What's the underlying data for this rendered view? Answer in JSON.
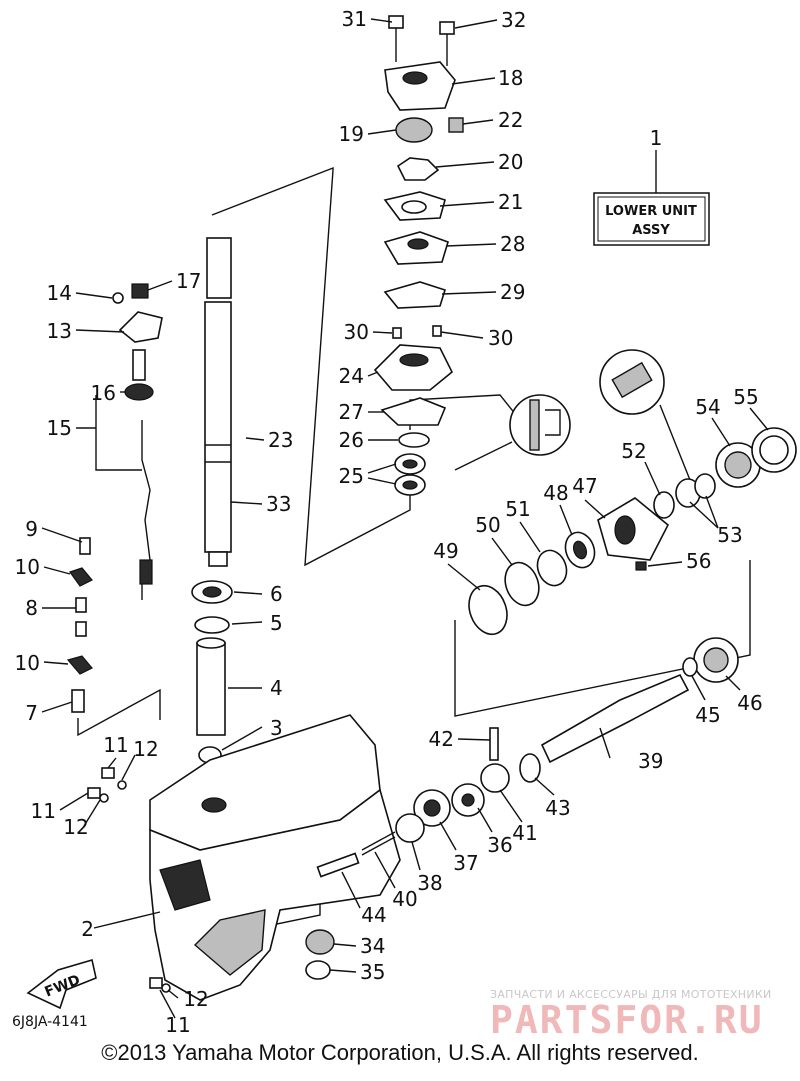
{
  "assy_box": {
    "line1": "LOWER UNIT",
    "line2": "ASSY"
  },
  "fwd_label": "FWD",
  "diagram_code": "6J8JA-4141",
  "watermark": {
    "caption": "ЗАПЧАСТИ И АКСЕССУАРЫ ДЛЯ МОТОТЕХНИКИ",
    "brand": "PARTSFOR.RU"
  },
  "copyright": "©2013 Yamaha Motor Corporation, U.S.A. All rights reserved.",
  "callouts": [
    {
      "n": "1"
    },
    {
      "n": "2"
    },
    {
      "n": "3"
    },
    {
      "n": "4"
    },
    {
      "n": "5"
    },
    {
      "n": "6"
    },
    {
      "n": "7"
    },
    {
      "n": "8"
    },
    {
      "n": "9"
    },
    {
      "n": "10"
    },
    {
      "n": "10"
    },
    {
      "n": "11"
    },
    {
      "n": "11"
    },
    {
      "n": "11"
    },
    {
      "n": "12"
    },
    {
      "n": "12"
    },
    {
      "n": "12"
    },
    {
      "n": "13"
    },
    {
      "n": "14"
    },
    {
      "n": "15"
    },
    {
      "n": "16"
    },
    {
      "n": "17"
    },
    {
      "n": "18"
    },
    {
      "n": "19"
    },
    {
      "n": "20"
    },
    {
      "n": "21"
    },
    {
      "n": "22"
    },
    {
      "n": "23"
    },
    {
      "n": "24"
    },
    {
      "n": "25"
    },
    {
      "n": "26"
    },
    {
      "n": "27"
    },
    {
      "n": "28"
    },
    {
      "n": "29"
    },
    {
      "n": "30"
    },
    {
      "n": "30"
    },
    {
      "n": "31"
    },
    {
      "n": "32"
    },
    {
      "n": "33"
    },
    {
      "n": "34"
    },
    {
      "n": "35"
    },
    {
      "n": "36"
    },
    {
      "n": "37"
    },
    {
      "n": "38"
    },
    {
      "n": "39"
    },
    {
      "n": "40"
    },
    {
      "n": "41"
    },
    {
      "n": "42"
    },
    {
      "n": "43"
    },
    {
      "n": "44"
    },
    {
      "n": "45"
    },
    {
      "n": "46"
    },
    {
      "n": "47"
    },
    {
      "n": "48"
    },
    {
      "n": "49"
    },
    {
      "n": "50"
    },
    {
      "n": "51"
    },
    {
      "n": "52"
    },
    {
      "n": "53"
    },
    {
      "n": "54"
    },
    {
      "n": "55"
    },
    {
      "n": "56"
    }
  ]
}
